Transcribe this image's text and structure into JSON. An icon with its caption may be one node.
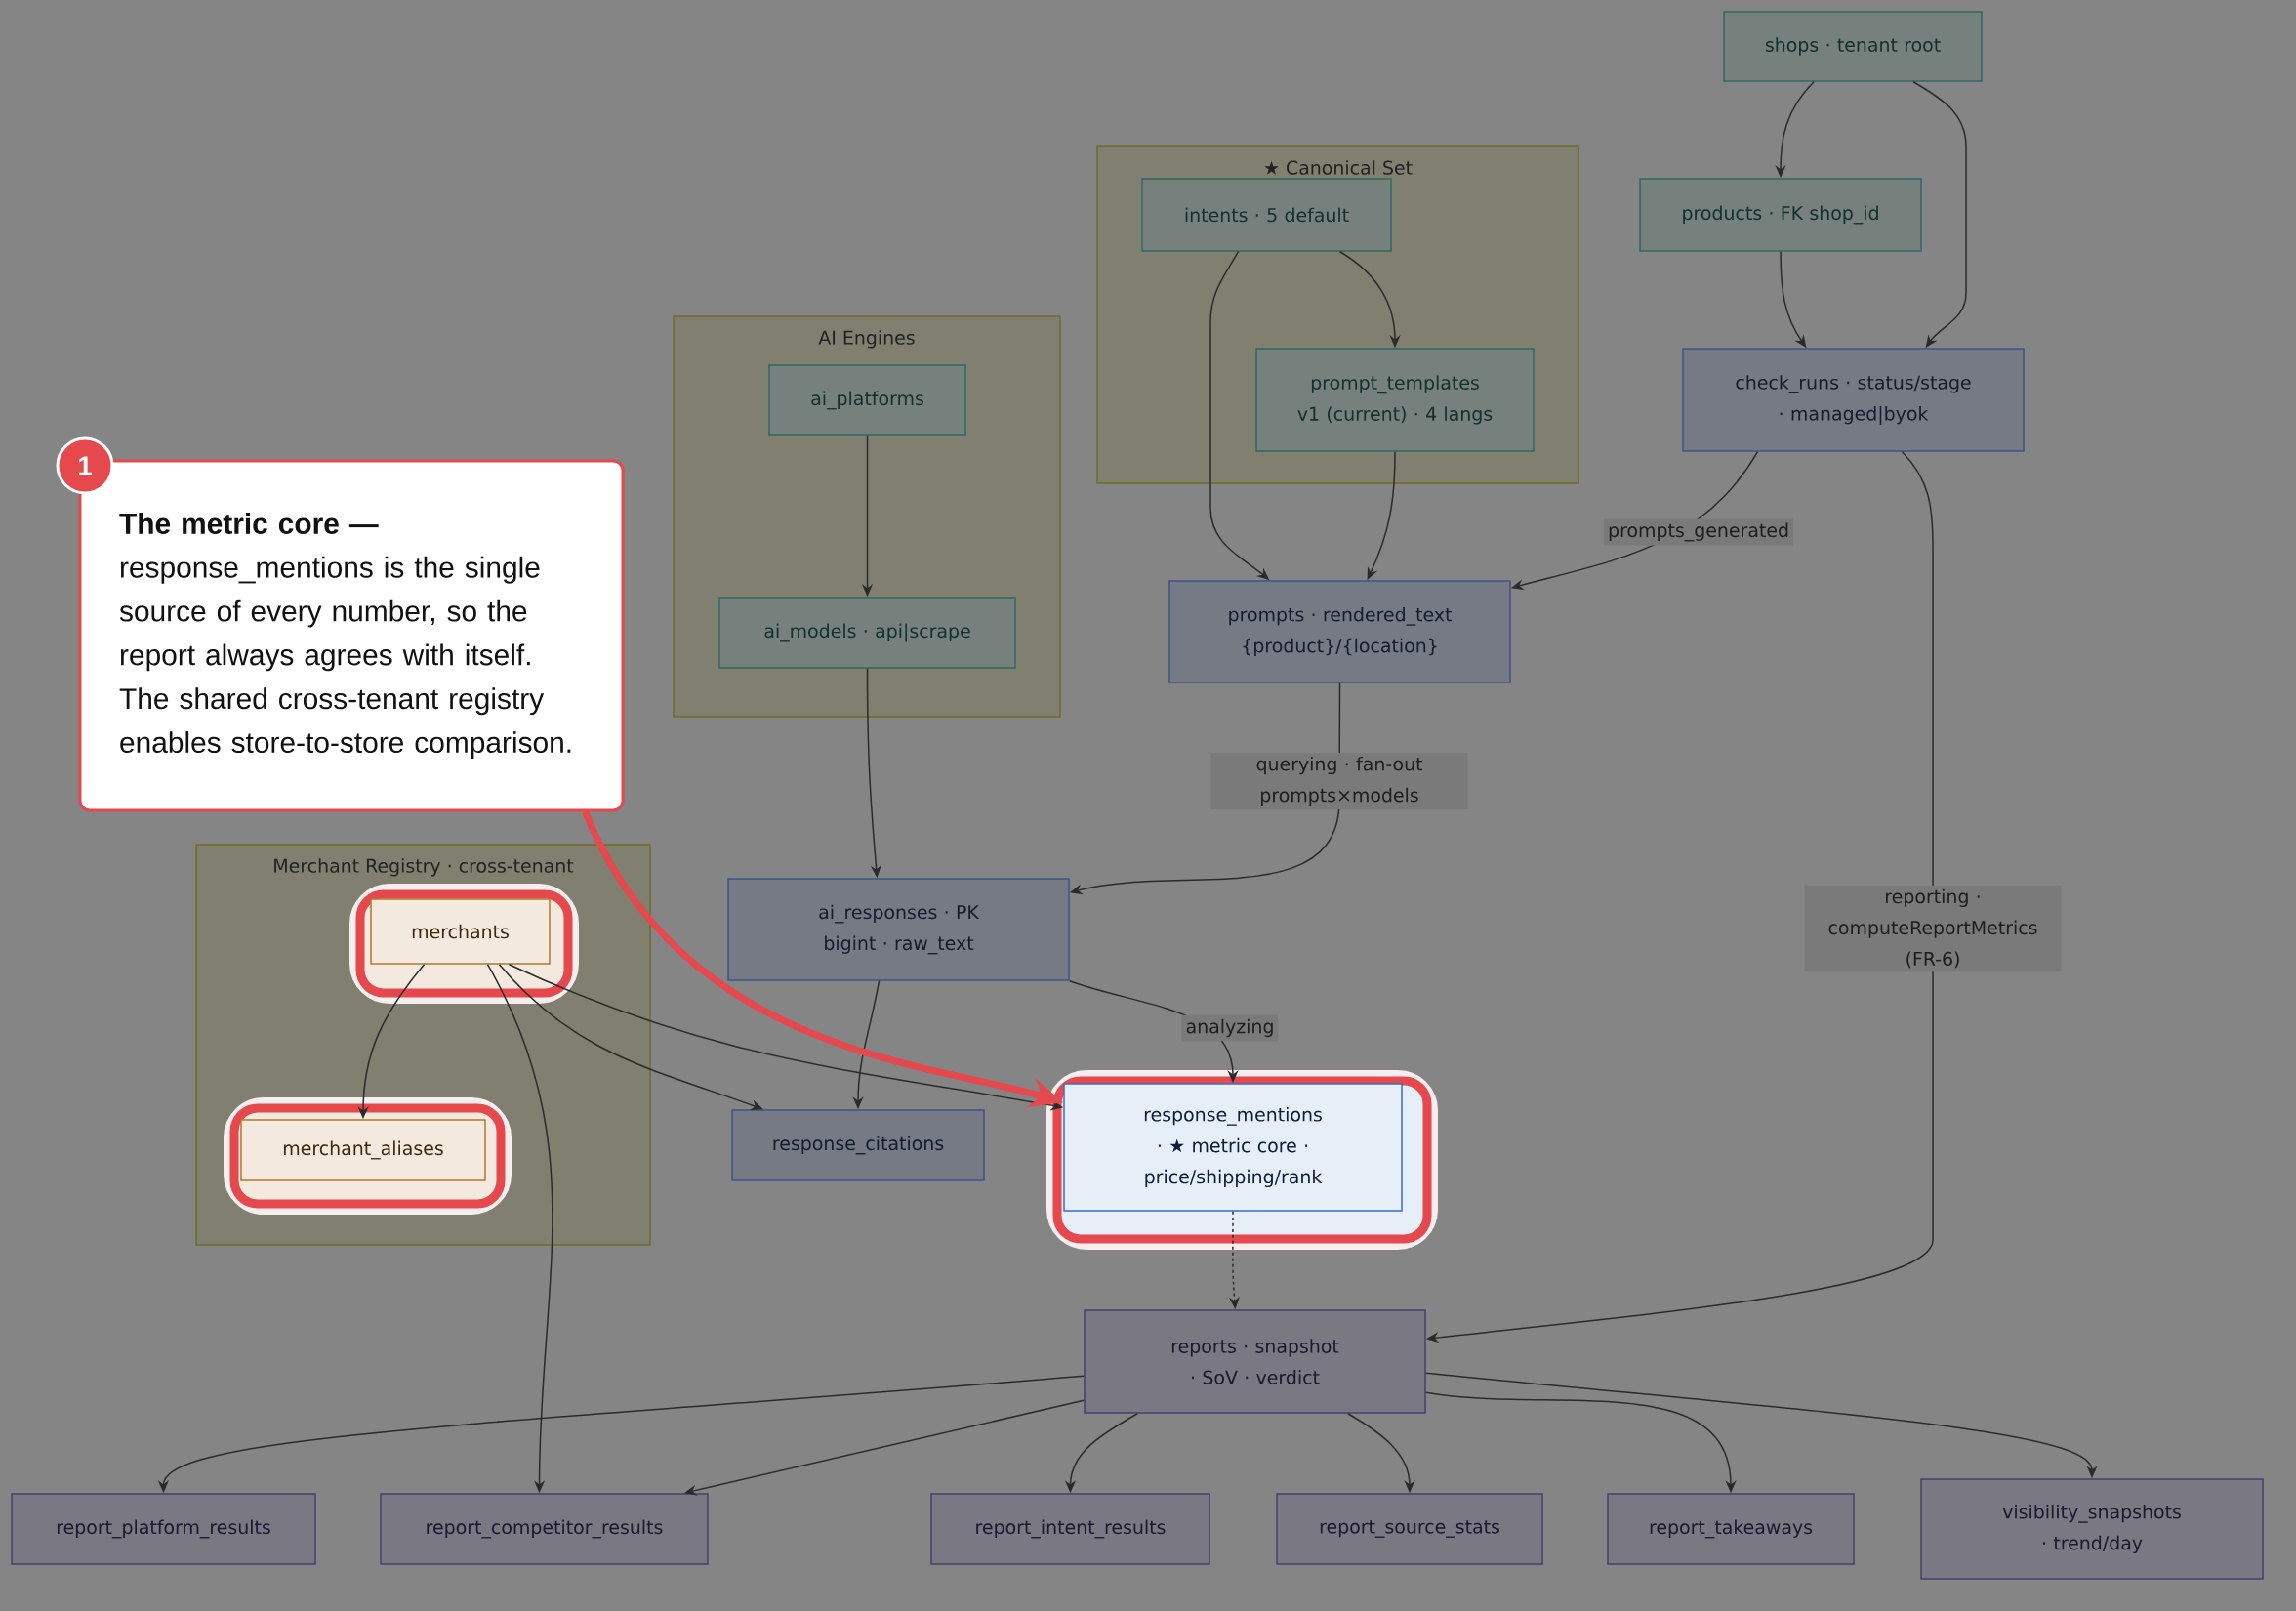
{
  "diagram": {
    "nodes": [
      {
        "text": [
          "shops · tenant root"
        ]
      },
      {
        "text": [
          "★ Canonical Set"
        ]
      },
      {
        "text": [
          "intents · 5 default"
        ],
        "in": 1
      },
      {
        "text": [
          "prompt_templates v1 (current) · 4 langs"
        ],
        "in": 1
      },
      {
        "text": [
          "products · FK shop_id"
        ]
      },
      {
        "text": [
          "AI Engines"
        ]
      },
      {
        "text": [
          "ai_platforms"
        ],
        "in": 5
      },
      {
        "text": [
          "ai_models · api|scrape"
        ],
        "in": 5
      },
      {
        "text": [
          "check_runs · status/stage · managed|byok"
        ]
      },
      {
        "text": [
          "**The metric core —** response_mentions is the single source of every number, so the report always agrees with itself. The shared cross-tenant registry enables store-to-store comparison."
        ],
        "beside": [
          "1"
        ]
      },
      {
        "text": [
          "prompts · rendered_text {product}/{location}"
        ]
      },
      {
        "text": [
          "Merchant Registry · cross-tenant"
        ]
      },
      {
        "text": [
          "merchants"
        ],
        "in": 11
      },
      {
        "text": [
          "merchant_aliases"
        ],
        "in": 11
      },
      {
        "text": [
          "ai_responses · PK bigint · raw_text"
        ]
      },
      {
        "text": [
          "response_citations"
        ]
      },
      {
        "text": [
          "response_mentions · ★ metric core · price/shipping/rank"
        ]
      },
      {
        "text": [
          "reports · snapshot · SoV · verdict"
        ]
      },
      {
        "text": [
          "report_platform_results"
        ]
      },
      {
        "text": [
          "report_competitor_results"
        ]
      },
      {
        "text": [
          "report_intent_results"
        ]
      },
      {
        "text": [
          "report_source_stats"
        ]
      },
      {
        "text": [
          "report_takeaways"
        ]
      },
      {
        "text": [
          "visibility_snapshots · trend/day"
        ]
      }
    ],
    "edges": [
      {
        "from": 0,
        "to": 4,
        "arrow": "to"
      },
      {
        "from": 0,
        "to": 8,
        "arrow": "to"
      },
      {
        "from": 4,
        "to": 8,
        "arrow": "to"
      },
      {
        "from": 2,
        "to": 3,
        "arrow": "to"
      },
      {
        "from": 2,
        "to": 10,
        "arrow": "to"
      },
      {
        "from": 3,
        "to": 10,
        "arrow": "to"
      },
      {
        "from": 6,
        "to": 7,
        "arrow": "to"
      },
      {
        "from": 7,
        "to": 14,
        "arrow": "to"
      },
      {
        "from": 8,
        "to": 10,
        "arrow": "to",
        "label": "prompts_generated"
      },
      {
        "from": 10,
        "to": 14,
        "arrow": "to",
        "label": "querying · fan-out prompts×models"
      },
      {
        "from": 14,
        "to": 15,
        "arrow": "to"
      },
      {
        "from": 14,
        "to": 16,
        "arrow": "to",
        "label": "analyzing"
      },
      {
        "from": 12,
        "to": 13,
        "arrow": "to"
      },
      {
        "from": 12,
        "to": 19,
        "arrow": "to"
      },
      {
        "from": 12,
        "to": 15,
        "arrow": "to"
      },
      {
        "from": 12,
        "to": 16,
        "arrow": "to"
      },
      {
        "from": 16,
        "to": 17,
        "arrow": "to",
        "style": "dashed"
      },
      {
        "from": 8,
        "to": 17,
        "arrow": "to",
        "label": "reporting · computeReportMetrics (FR-6)"
      },
      {
        "from": 17,
        "to": 18,
        "arrow": "to"
      },
      {
        "from": 17,
        "to": 19,
        "arrow": "to"
      },
      {
        "from": 17,
        "to": 20,
        "arrow": "to"
      },
      {
        "from": 17,
        "to": 21,
        "arrow": "to"
      },
      {
        "from": 17,
        "to": 22,
        "arrow": "to"
      },
      {
        "from": 17,
        "to": 23,
        "arrow": "to"
      },
      {
        "from": 9,
        "to": 16,
        "arrow": "to",
        "style": "thick",
        "color": "#e5484d"
      }
    ]
  }
}
